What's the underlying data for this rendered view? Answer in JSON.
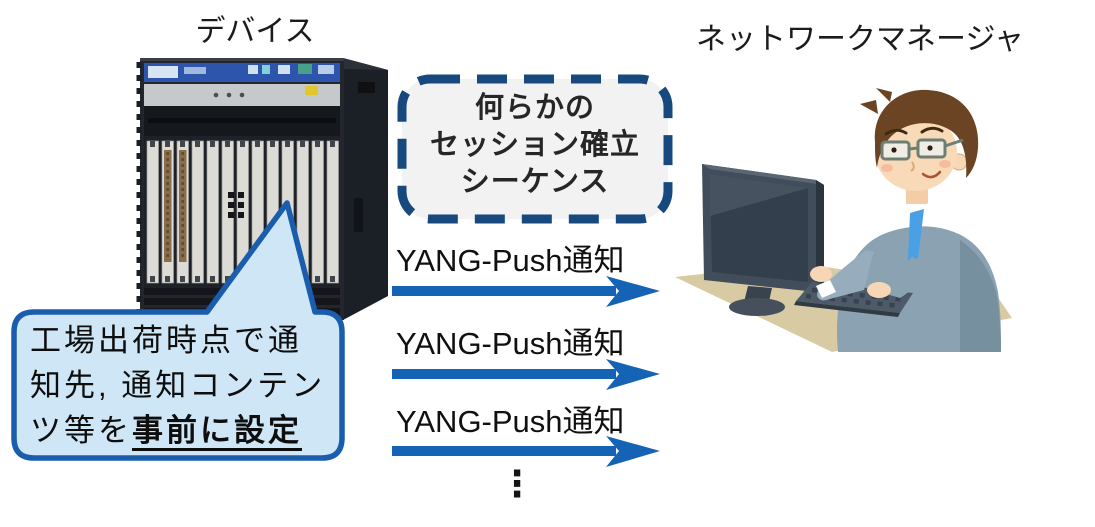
{
  "labels": {
    "device": "デバイス",
    "manager": "ネットワークマネージャ"
  },
  "session_box": {
    "lines": [
      "何らかの",
      "セッション確立",
      "シーケンス"
    ]
  },
  "messages": [
    {
      "label": "YANG-Push通知"
    },
    {
      "label": "YANG-Push通知"
    },
    {
      "label": "YANG-Push通知"
    }
  ],
  "bubble": {
    "line1": "工場出荷時点で通",
    "line2": "知先, 通知コンテン",
    "line3_prefix": "ツ等を",
    "line3_emphasis": "事前に設定"
  },
  "ellipsis": "⋮",
  "colors": {
    "arrow_blue": "#1563b5",
    "session_border_blue": "#17497f",
    "session_fill": "#f2f2f2",
    "bubble_border_blue": "#1a5dad",
    "bubble_fill": "#cfe6f7",
    "desk_tan": "#d8cba3",
    "suit_gray_blue": "#8ba2b3",
    "text_dark": "#0e0e0e"
  }
}
